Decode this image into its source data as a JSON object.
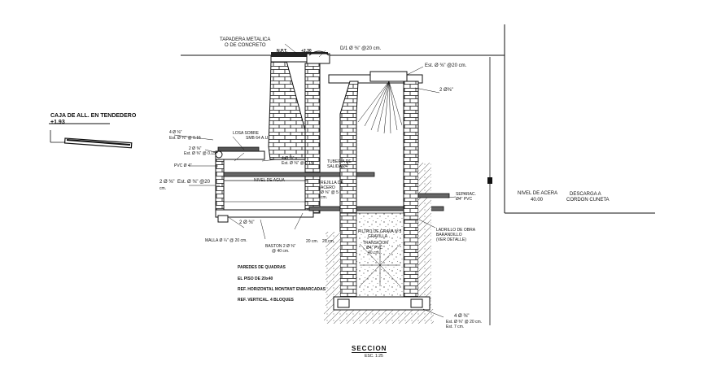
{
  "labels": {
    "tapadera_line1": "TAPADERA METALICA",
    "tapadera_line2": "O DE CONCRETO",
    "npt": "N.P.T.",
    "npt_level": "+2.30",
    "rebar_top": "D/1 Ø ⅜\" @20 cm.",
    "rebar_right": "Est. Ø ⅜\" @20 cm.",
    "two_d": "2 Ø⅜\"",
    "caja_title": "CAJA DE ALL. EN TENDEDERO",
    "caja_level": "+1.93",
    "losa_line1": "LOSA SOBRE",
    "losa_line2": "SMB 64 A.U.",
    "rebar_left_a": "4 Ø ⅜\"",
    "rebar_left_b": "Est. Ø ⅜\" @ 0.15",
    "rebar_left_c": "2 Ø ⅜\"",
    "rebar_left_d": "Est. Ø ⅜\" @ 0.15",
    "rebar_mid": "4 Ø ⅜\"",
    "rebar_mid_b": "Est. Ø ⅜\" @ 0.15",
    "ducto_line1": "TUBERIA DE",
    "ducto_line2": "SALIDA Ø4\"",
    "pvc_left": "PVC Ø 4\"",
    "nivel_agua": "NIVEL DE AGUA",
    "rebar_wall_a": "2 Ø ⅜\"",
    "rebar_wall_b": "Est. Ø ⅜\" @20",
    "cm": "cm.",
    "reja_line1": "REJILLA DE",
    "reja_line2": "ACERO",
    "reja_line3": "Ø ⅜\" @ 5",
    "reja_line4": "cm.",
    "rebar_floor": "2 Ø ⅜\"",
    "malla": "MALLA Ø ¼\" @ 20 cm.",
    "baston_line1": "BASTON 2 Ø ⅜\"",
    "baston_line2": "@ 40 cm.",
    "dim_20_a": "20 cm.",
    "dim_20_b": "20 cm.",
    "filtro_line1": "FILTRO DE GRAVA Nº3",
    "filtro_line2": "GRAVILLA",
    "transicion_line1": "TRANSICION",
    "transicion_line2": "Ø4\" PVC",
    "transicion_line3": "40 cm.",
    "separ_line1": "SEPARAC.",
    "separ_line2": "Ø4\" PVC",
    "ladrillo_line1": "LADRILLO DE OBRA",
    "ladrillo_line2": "BARANDILLO",
    "ladrillo_line3": "(VER DETALLE)",
    "nivel_acera": "NIVEL DE ACERA",
    "nivel_acera_val": "40.00",
    "descarga_line1": "DESCARGA A",
    "descarga_line2": "CORDON CUNETA",
    "notes": [
      "PAREDES DE QUADRAS",
      "EL PISO DE 20x40",
      "REF. HORIZONTAL MONTANT ENMARCADAS",
      "REF. VERTICAL. 4 BLOQUES"
    ],
    "rebar_bottom_a": "4 Ø ⅜\"",
    "rebar_bottom_b": "Est. Ø ⅜\" @ 20 cm.",
    "rebar_bottom_c": "Est. 7 cm.",
    "section_title": "SECCION",
    "section_scale": "ESC. 1:25"
  }
}
